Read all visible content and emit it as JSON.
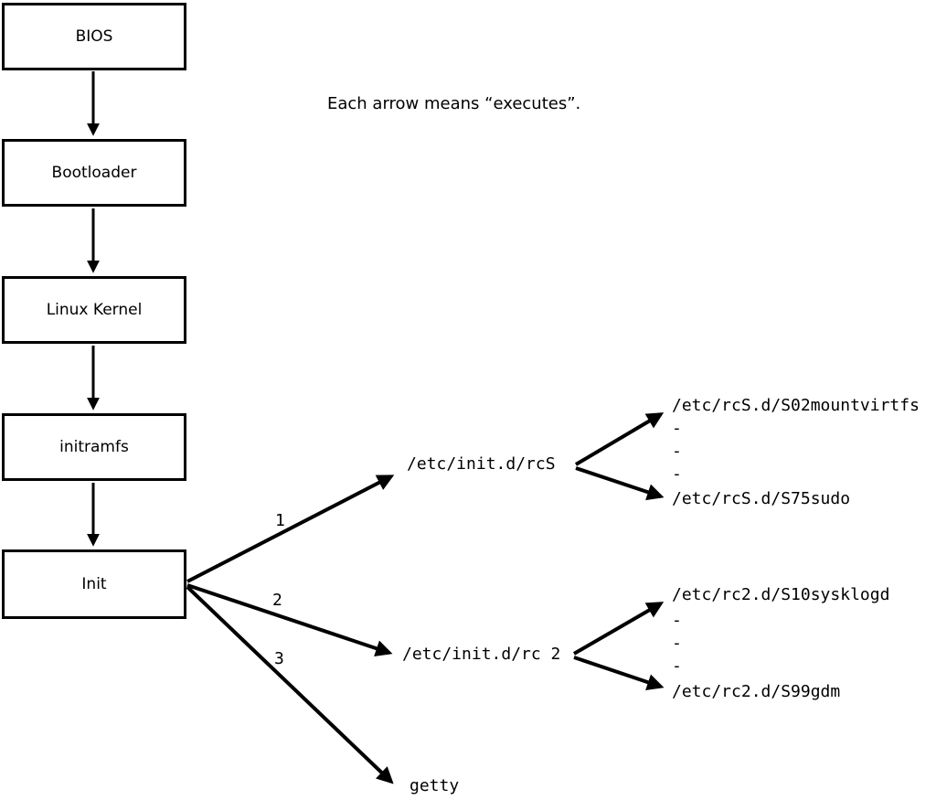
{
  "note": "Each arrow means “executes”.",
  "boot_chain": {
    "boxes": [
      {
        "label": "BIOS"
      },
      {
        "label": "Bootloader"
      },
      {
        "label": "Linux Kernel"
      },
      {
        "label": "initramfs"
      },
      {
        "label": "Init"
      }
    ]
  },
  "init_branches": [
    {
      "order": "1",
      "target": "/etc/init.d/rcS"
    },
    {
      "order": "2",
      "target": "/etc/init.d/rc 2"
    },
    {
      "order": "3",
      "target": "getty"
    }
  ],
  "script_groups": [
    {
      "first": "/etc/rcS.d/S02mountvirtfs",
      "ellipsis": [
        "-",
        "-",
        "-"
      ],
      "last": "/etc/rcS.d/S75sudo"
    },
    {
      "first": "/etc/rc2.d/S10sysklogd",
      "ellipsis": [
        "-",
        "-",
        "-"
      ],
      "last": "/etc/rc2.d/S99gdm"
    }
  ]
}
